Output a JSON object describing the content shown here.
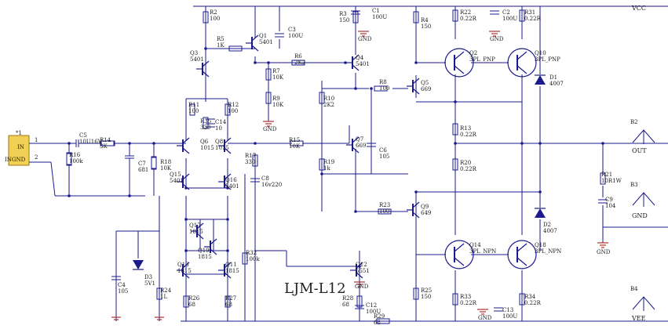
{
  "title": "LJM-L12",
  "rails": {
    "vcc": "VCC",
    "vee": "VEE",
    "out": "OUT",
    "gnd": "GND"
  },
  "input_connector": {
    "ref": "*1",
    "pin1": "IN",
    "pin2": "INGND",
    "n1": "1",
    "n2": "2"
  },
  "output_connectors": [
    {
      "ref": "B2",
      "label": "VCC"
    },
    {
      "ref": "B3",
      "label": "GND"
    },
    {
      "ref": "B4",
      "label": "VEE"
    }
  ],
  "ground_labels": [
    "GND",
    "GND",
    "GND",
    "GND",
    "GND",
    "GND"
  ],
  "resistors": [
    {
      "ref": "R2",
      "value": "100"
    },
    {
      "ref": "R3",
      "value": "150"
    },
    {
      "ref": "R4",
      "value": "150"
    },
    {
      "ref": "R5",
      "value": "1K"
    },
    {
      "ref": "R6",
      "value": "2K2"
    },
    {
      "ref": "R7",
      "value": "10K"
    },
    {
      "ref": "R8",
      "value": "100"
    },
    {
      "ref": "R9",
      "value": "10K"
    },
    {
      "ref": "R10",
      "value": "2K2"
    },
    {
      "ref": "R11",
      "value": "100"
    },
    {
      "ref": "R12",
      "value": "100"
    },
    {
      "ref": "R13",
      "value": "0.22R"
    },
    {
      "ref": "R14",
      "value": "3K"
    },
    {
      "ref": "R15",
      "value": "10K"
    },
    {
      "ref": "R16",
      "value": "100k"
    },
    {
      "ref": "R17",
      "value": "330"
    },
    {
      "ref": "R18",
      "value": "10K"
    },
    {
      "ref": "R19",
      "value": "1k"
    },
    {
      "ref": "R20",
      "value": "0.22R"
    },
    {
      "ref": "R21",
      "value": "10R1W"
    },
    {
      "ref": "R22",
      "value": "0.22R"
    },
    {
      "ref": "R23",
      "value": "100"
    },
    {
      "ref": "R24",
      "value": "1L"
    },
    {
      "ref": "R25",
      "value": "150"
    },
    {
      "ref": "R26",
      "value": "68"
    },
    {
      "ref": "R27",
      "value": "68"
    },
    {
      "ref": "R28",
      "value": "68"
    },
    {
      "ref": "R29",
      "value": "68"
    },
    {
      "ref": "R31",
      "value": "0.22R"
    },
    {
      "ref": "R32",
      "value": "100k"
    },
    {
      "ref": "R33",
      "value": "0.22R"
    },
    {
      "ref": "R34",
      "value": "0.22R"
    },
    {
      "ref": "R35",
      "value": "330"
    }
  ],
  "capacitors": [
    {
      "ref": "C1",
      "value": "100U"
    },
    {
      "ref": "C2",
      "value": "100U"
    },
    {
      "ref": "C3",
      "value": "100U"
    },
    {
      "ref": "C4",
      "value": "105"
    },
    {
      "ref": "C5",
      "value": "10U16V"
    },
    {
      "ref": "C6",
      "value": "105"
    },
    {
      "ref": "C7",
      "value": "681"
    },
    {
      "ref": "C8",
      "value": "16v220"
    },
    {
      "ref": "C9",
      "value": "104"
    },
    {
      "ref": "C12",
      "value": "100U"
    },
    {
      "ref": "C13",
      "value": "100U"
    },
    {
      "ref": "C14",
      "value": "10"
    }
  ],
  "transistors": [
    {
      "ref": "Q1",
      "type": "5401"
    },
    {
      "ref": "Q2",
      "type": "3PL_PNP"
    },
    {
      "ref": "Q3",
      "type": "5401"
    },
    {
      "ref": "Q4",
      "type": "5401"
    },
    {
      "ref": "Q5",
      "type": "669"
    },
    {
      "ref": "Q6",
      "type": "1015"
    },
    {
      "ref": "Q7",
      "type": "669"
    },
    {
      "ref": "Q8",
      "type": "1015"
    },
    {
      "ref": "Q9",
      "type": "649"
    },
    {
      "ref": "Q10",
      "type": "3PL_PNP"
    },
    {
      "ref": "Q11",
      "type": "1815"
    },
    {
      "ref": "Q12",
      "type": "5551"
    },
    {
      "ref": "Q13",
      "type": "1815"
    },
    {
      "ref": "Q14",
      "type": "3PL_NPN"
    },
    {
      "ref": "Q15",
      "type": "5401"
    },
    {
      "ref": "Q16",
      "type": "5401"
    },
    {
      "ref": "Q17",
      "type": "1815"
    },
    {
      "ref": "Q18",
      "type": "3PL_NPN"
    },
    {
      "ref": "Q19",
      "type": "1815"
    }
  ],
  "diodes": [
    {
      "ref": "D1",
      "value": "4007"
    },
    {
      "ref": "D2",
      "value": "4007"
    },
    {
      "ref": "D3",
      "value": "5V1"
    }
  ]
}
